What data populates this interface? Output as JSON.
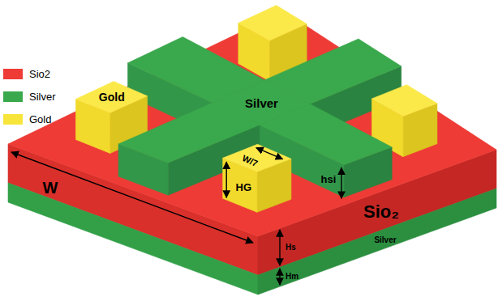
{
  "diagram": {
    "labels": [
      "Gold",
      "Silver",
      "W/7",
      "HG",
      "hsi",
      "W",
      "Sio₂",
      "Silver",
      "Hs",
      "Hm"
    ],
    "legend": [
      {
        "text": "Sio2",
        "color": "#ee3b36"
      },
      {
        "text": "Silver",
        "color": "#3aa84c"
      },
      {
        "text": "Gold",
        "color": "#f7e53b"
      }
    ]
  }
}
